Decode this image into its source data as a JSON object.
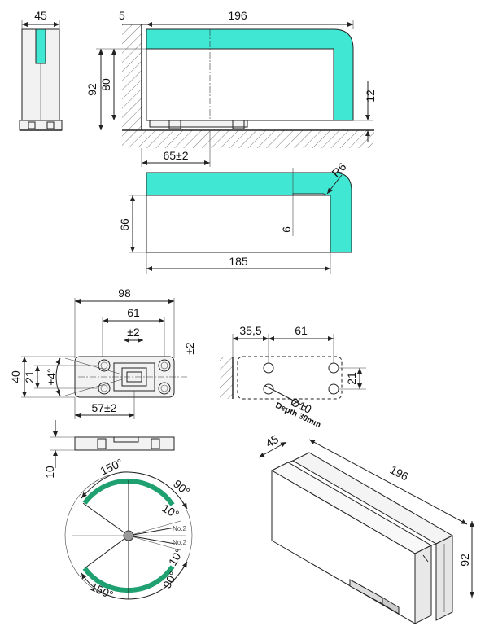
{
  "dims": {
    "top_side_width": "45",
    "top_offset": "5",
    "top_length": "196",
    "top_height_outer": "92",
    "top_height_inner": "80",
    "top_gap": "12",
    "top_adjust": "65±2",
    "mid_radius": "R6",
    "mid_height": "66",
    "mid_notch": "6",
    "mid_length": "185",
    "plate_width": "98",
    "plate_holes": "61",
    "plate_adj": "±2",
    "plate_adj_v": "±2",
    "plate_height_outer": "40",
    "plate_height_inner": "21",
    "plate_angle": "±4°",
    "plate_offset": "57±2",
    "plate_thickness": "10",
    "cut_offset": "35,5",
    "cut_holes": "61",
    "cut_height": "21",
    "cut_diameter": "Ø10",
    "cut_depth": "Depth 30mm",
    "iso_width": "45",
    "iso_length": "196",
    "iso_height": "92"
  },
  "angles": {
    "a_150_top": "150°",
    "a_90_top": "90°",
    "a_10_top": "10°",
    "a_no2_top": "No.2",
    "a_no2_bottom": "No.2",
    "a_10_bottom": "10°",
    "a_90_bottom": "90°",
    "a_150_bottom": "150°"
  },
  "colors": {
    "glass": "#40e8d4",
    "arc_green": "#1fa070",
    "line": "#222222"
  }
}
